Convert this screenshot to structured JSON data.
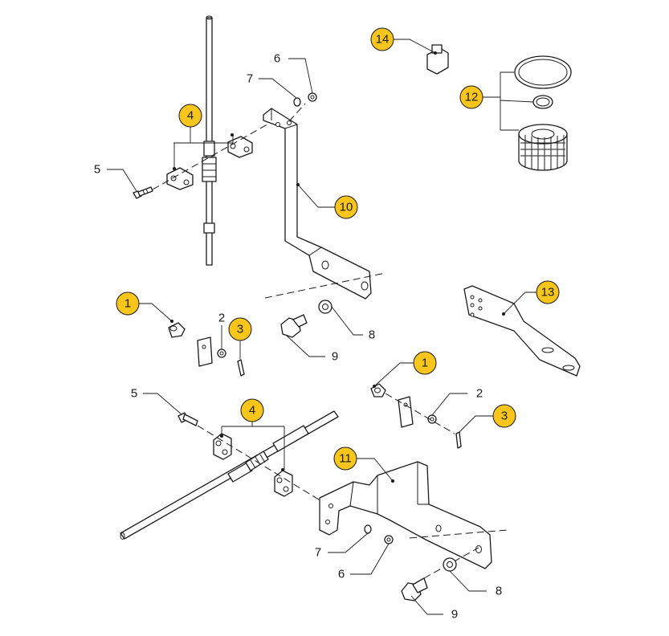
{
  "callouts": {
    "c14": "14",
    "c12": "12",
    "c13": "13",
    "c10": "10",
    "c11": "11",
    "c4a": "4",
    "c4b": "4",
    "c1a": "1",
    "c1b": "1",
    "c3a": "3",
    "c3b": "3"
  },
  "labels": {
    "l6a": "6",
    "l7a": "7",
    "l5a": "5",
    "l8a": "8",
    "l9a": "9",
    "l2a": "2",
    "l5b": "5",
    "l2b": "2",
    "l7b": "7",
    "l6b": "6",
    "l8b": "8",
    "l9b": "9"
  },
  "colors": {
    "balloon_fill": "#f7c51c",
    "line": "#1a1a1a"
  }
}
